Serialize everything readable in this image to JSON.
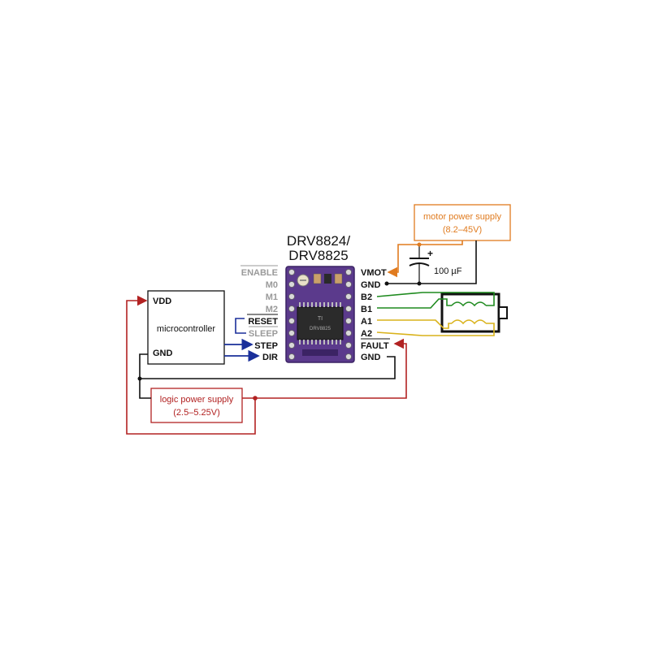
{
  "chip": {
    "title_line1": "DRV8824/",
    "title_line2": "DRV8825",
    "marking1": "TI",
    "marking2": "DRV8825"
  },
  "left_pins": [
    "ENABLE",
    "M0",
    "M1",
    "M2",
    "RESET",
    "SLEEP",
    "STEP",
    "DIR"
  ],
  "right_pins": [
    "VMOT",
    "GND",
    "B2",
    "B1",
    "A1",
    "A2",
    "FAULT",
    "GND"
  ],
  "microcontroller": {
    "label": "microcontroller",
    "vdd": "VDD",
    "gnd": "GND"
  },
  "motor_supply": {
    "line1": "motor power supply",
    "line2": "(8.2–45V)"
  },
  "logic_supply": {
    "line1": "logic power supply",
    "line2": "(2.5–5.25V)"
  },
  "capacitor": {
    "label": "100 µF",
    "plus": "+"
  },
  "colors": {
    "motor_supply": "#e07b1f",
    "logic_supply": "#b22222",
    "signal": "#1a2f9a",
    "coil_b": "#1e8a1e",
    "coil_a": "#d9b21a",
    "gray_pin": "#9a9a9a",
    "board": "#5b3a8c"
  }
}
